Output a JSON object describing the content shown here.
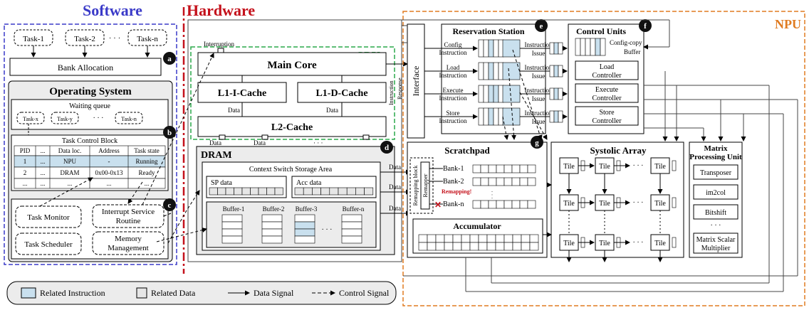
{
  "header": {
    "software": "Software",
    "hardware": "Hardware",
    "npu": "NPU",
    "cpu": "CPU"
  },
  "colors": {
    "software": "#3a3ac8",
    "hardware": "#c4111b",
    "npu": "#e07b20",
    "cpu": "#2aa84a",
    "related_instruction": "#c9e0ee",
    "related_data": "#e6e6e6",
    "panel_gray": "#ececec"
  },
  "software": {
    "tasks": [
      "Task-1",
      "Task-2",
      "Task-n"
    ],
    "task_dots": "· · ·",
    "bank_allocation": "Bank Allocation",
    "os_title": "Operating System",
    "waiting_queue": "Waiting queue",
    "queue_items": [
      "Task-x",
      "Task-y",
      "Task-n"
    ],
    "queue_dots": "· · ·",
    "ready": "ready",
    "tcb_title": "Task Control Block",
    "tcb_headers": [
      "PID",
      "...",
      "Data loc.",
      "Address",
      "Task state"
    ],
    "tcb_rows": [
      [
        "1",
        "...",
        "NPU",
        "-",
        "Running"
      ],
      [
        "2",
        "...",
        "DRAM",
        "0x00-0x13",
        "Ready"
      ],
      [
        "...",
        "...",
        "...",
        "...",
        "..."
      ]
    ],
    "modules": {
      "task_monitor": "Task Monitor",
      "isr_1": "Interrupt Service",
      "isr_2": "Routine",
      "scheduler": "Task Scheduler",
      "mem_1": "Memory",
      "mem_2": "Management"
    }
  },
  "badges": [
    "a",
    "b",
    "c",
    "d",
    "e",
    "f",
    "g"
  ],
  "cpu": {
    "interruption": "Interruption",
    "main_core": "Main Core",
    "l1i": "L1-I-Cache",
    "l1d": "L1-D-Cache",
    "l2": "L2-Cache",
    "data": "Data",
    "instruction": "Instruction",
    "response": "Response"
  },
  "dram": {
    "title": "DRAM",
    "csa": "Context Switch Storage Area",
    "sp": "SP data",
    "acc": "Acc data",
    "buffers": [
      "Buffer-1",
      "Buffer-2",
      "Buffer-3",
      "Buffer-n"
    ],
    "dots": "· · ·"
  },
  "npu": {
    "interface": "Interface",
    "rs_title": "Reservation Station",
    "rs_rows": [
      [
        "Config",
        "Instruction"
      ],
      [
        "Load",
        "Instruction"
      ],
      [
        "Execute",
        "Instruction"
      ],
      [
        "Store",
        "Instruction"
      ]
    ],
    "issue": "Issue",
    "instruction": "Instruction",
    "cu_title": "Control Units",
    "config_copy_1": "Config-copy",
    "config_copy_2": "Buffer",
    "controllers": [
      [
        "Load",
        "Controller"
      ],
      [
        "Execute",
        "Controller"
      ],
      [
        "Store",
        "Controller"
      ]
    ],
    "sp_title": "Scratchpad",
    "remap_block": "Remapping block",
    "remapper": "Remapper",
    "banks": [
      "Bank-1",
      "Bank-2",
      "Bank-n"
    ],
    "remapping": "Remapping!",
    "accumulator": "Accumulator",
    "sa_title": "Systolic Array",
    "tile": "Tile",
    "mpu_title_1": "Matrix",
    "mpu_title_2": "Processing Unit",
    "mpu_items": [
      "Transposer",
      "im2col",
      "Bitshift"
    ],
    "mpu_last_1": "Matrix Scalar",
    "mpu_last_2": "Multiplier"
  },
  "legend": {
    "instruction": "Related Instruction",
    "data": "Related Data",
    "data_signal": "Data Signal",
    "control_signal": "Control Signal"
  }
}
